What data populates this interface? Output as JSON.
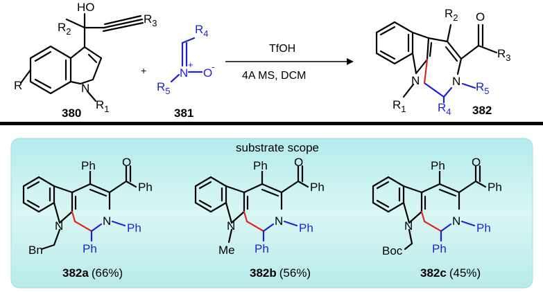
{
  "reaction": {
    "reagent_top": "TfOH",
    "reagent_bottom": "4A MS, DCM",
    "plus": "+",
    "reactant1": {
      "number": "380",
      "labels": {
        "ho": "HO",
        "r": "R",
        "r1": "R",
        "r1_sub": "1",
        "r2": "R",
        "r2_sub": "2",
        "r3": "R",
        "r3_sub": "3",
        "n": "N"
      }
    },
    "reactant2": {
      "number": "381",
      "labels": {
        "r4": "R",
        "r4_sub": "4",
        "r5": "R",
        "r5_sub": "5",
        "n": "N",
        "plus": "+",
        "o": "O",
        "minus": "-"
      }
    },
    "product": {
      "number": "382",
      "labels": {
        "r1": "R",
        "r1_sub": "1",
        "r2": "R",
        "r2_sub": "2",
        "r3": "R",
        "r3_sub": "3",
        "r4": "R",
        "r4_sub": "4",
        "r5": "R",
        "r5_sub": "5",
        "n": "N",
        "o": "O"
      }
    }
  },
  "scope": {
    "title": "substrate scope",
    "panel_color": "#aee6e6",
    "bond_colors": {
      "black": "#000000",
      "blue": "#1f1fd6",
      "red": "#e0261c"
    },
    "examples": [
      {
        "number": "382a",
        "yield": "(66%)",
        "n_sub": "Bn",
        "ph": "Ph",
        "n": "N",
        "o": "O"
      },
      {
        "number": "382b",
        "yield": "(56%)",
        "n_sub": "Me",
        "ph": "Ph",
        "n": "N",
        "o": "O"
      },
      {
        "number": "382c",
        "yield": "(45%)",
        "n_sub": "Boc",
        "ph": "Ph",
        "n": "N",
        "o": "O"
      }
    ]
  }
}
